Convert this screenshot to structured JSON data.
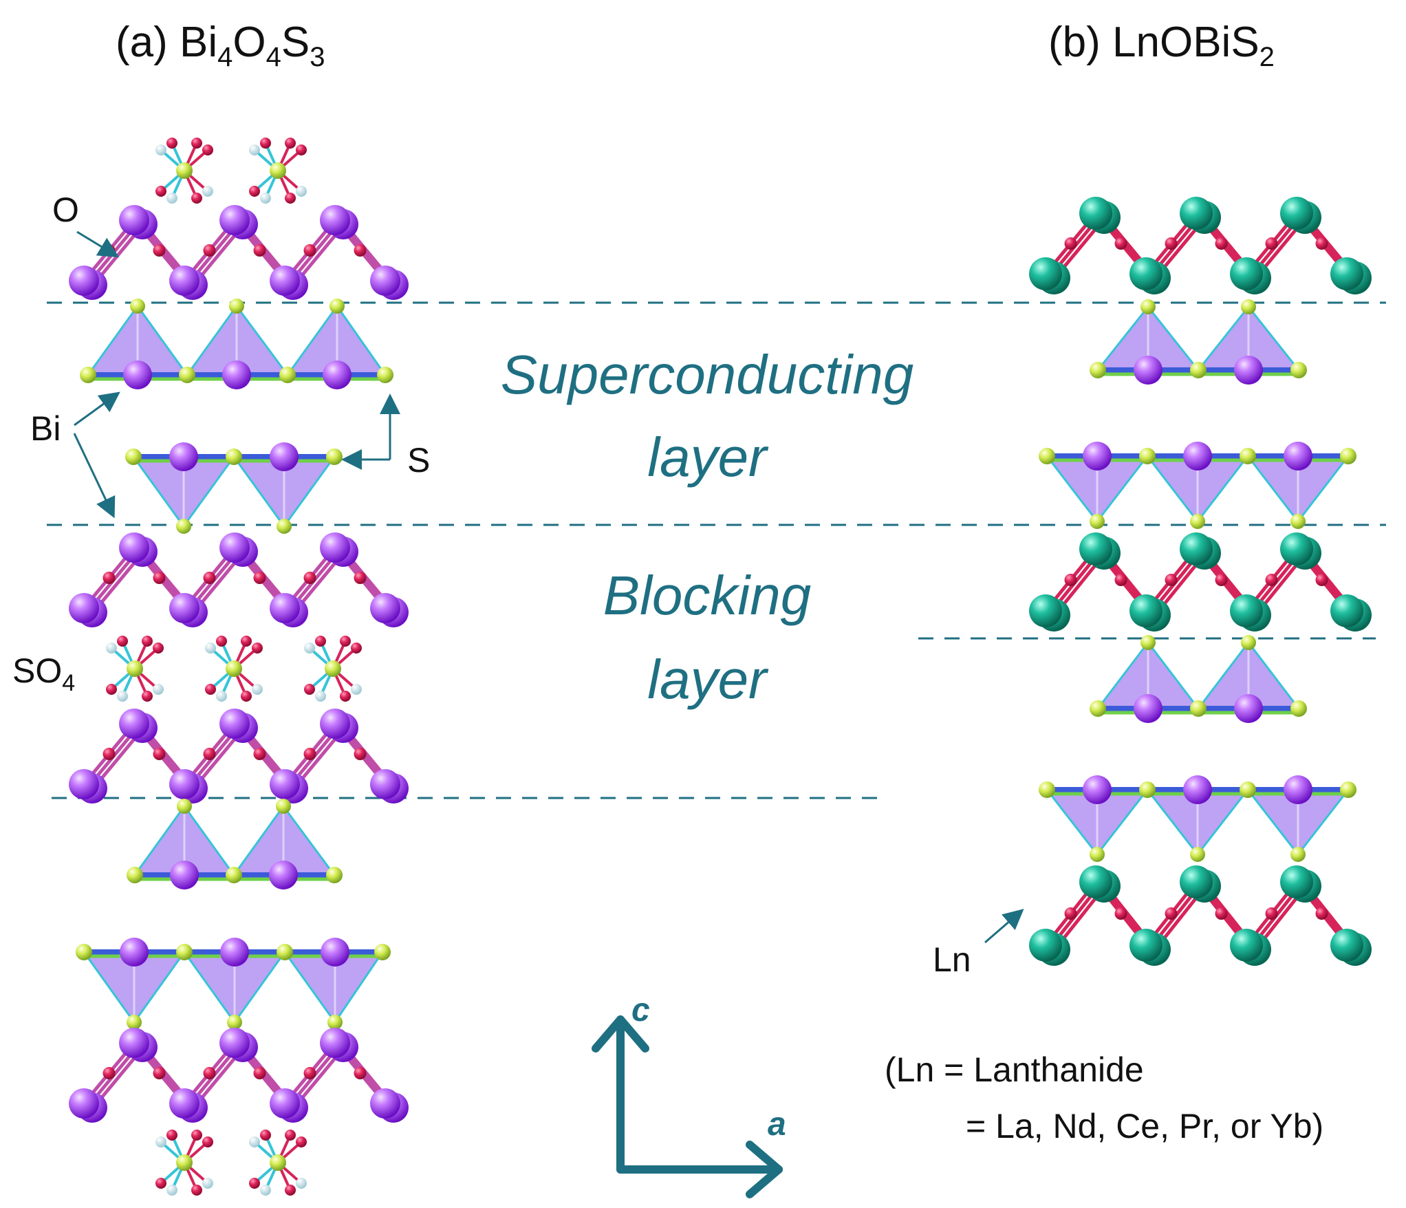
{
  "panel_a": {
    "title_main": "(a) Bi",
    "title_parts": [
      {
        "text": "(a) Bi",
        "sub": "4"
      },
      {
        "text": "O",
        "sub": "4"
      },
      {
        "text": "S",
        "sub": "3"
      }
    ],
    "labels": {
      "oxygen": "O",
      "bismuth": "Bi",
      "sulfur": "S",
      "sulfate": "SO",
      "sulfate_sub": "4"
    }
  },
  "panel_b": {
    "title_parts": [
      {
        "text": "(b) LnOBiS",
        "sub": "2"
      }
    ],
    "labels": {
      "lanthanide": "Ln"
    },
    "note_line1": "(Ln = Lanthanide",
    "note_line2": "= La, Nd, Ce, Pr, or Yb)"
  },
  "layers": {
    "superconducting_line1": "Superconducting",
    "superconducting_line2": "layer",
    "blocking_line1": "Blocking",
    "blocking_line2": "layer"
  },
  "axes": {
    "vertical": "c",
    "horizontal": "a"
  },
  "colors": {
    "bismuth": "#8a2be2",
    "bismuth_light": "#c77dff",
    "sulfur": "#c6e04a",
    "oxygen": "#d6245a",
    "lanthanide": "#0f9b82",
    "lanthanide_light": "#5fd6bd",
    "pyramid": "#a883f0",
    "bond_cyan": "#36c4d8",
    "teal_text": "#1f6f82",
    "dashed_line": "#1f6f82",
    "arrow": "#1f6f82"
  }
}
